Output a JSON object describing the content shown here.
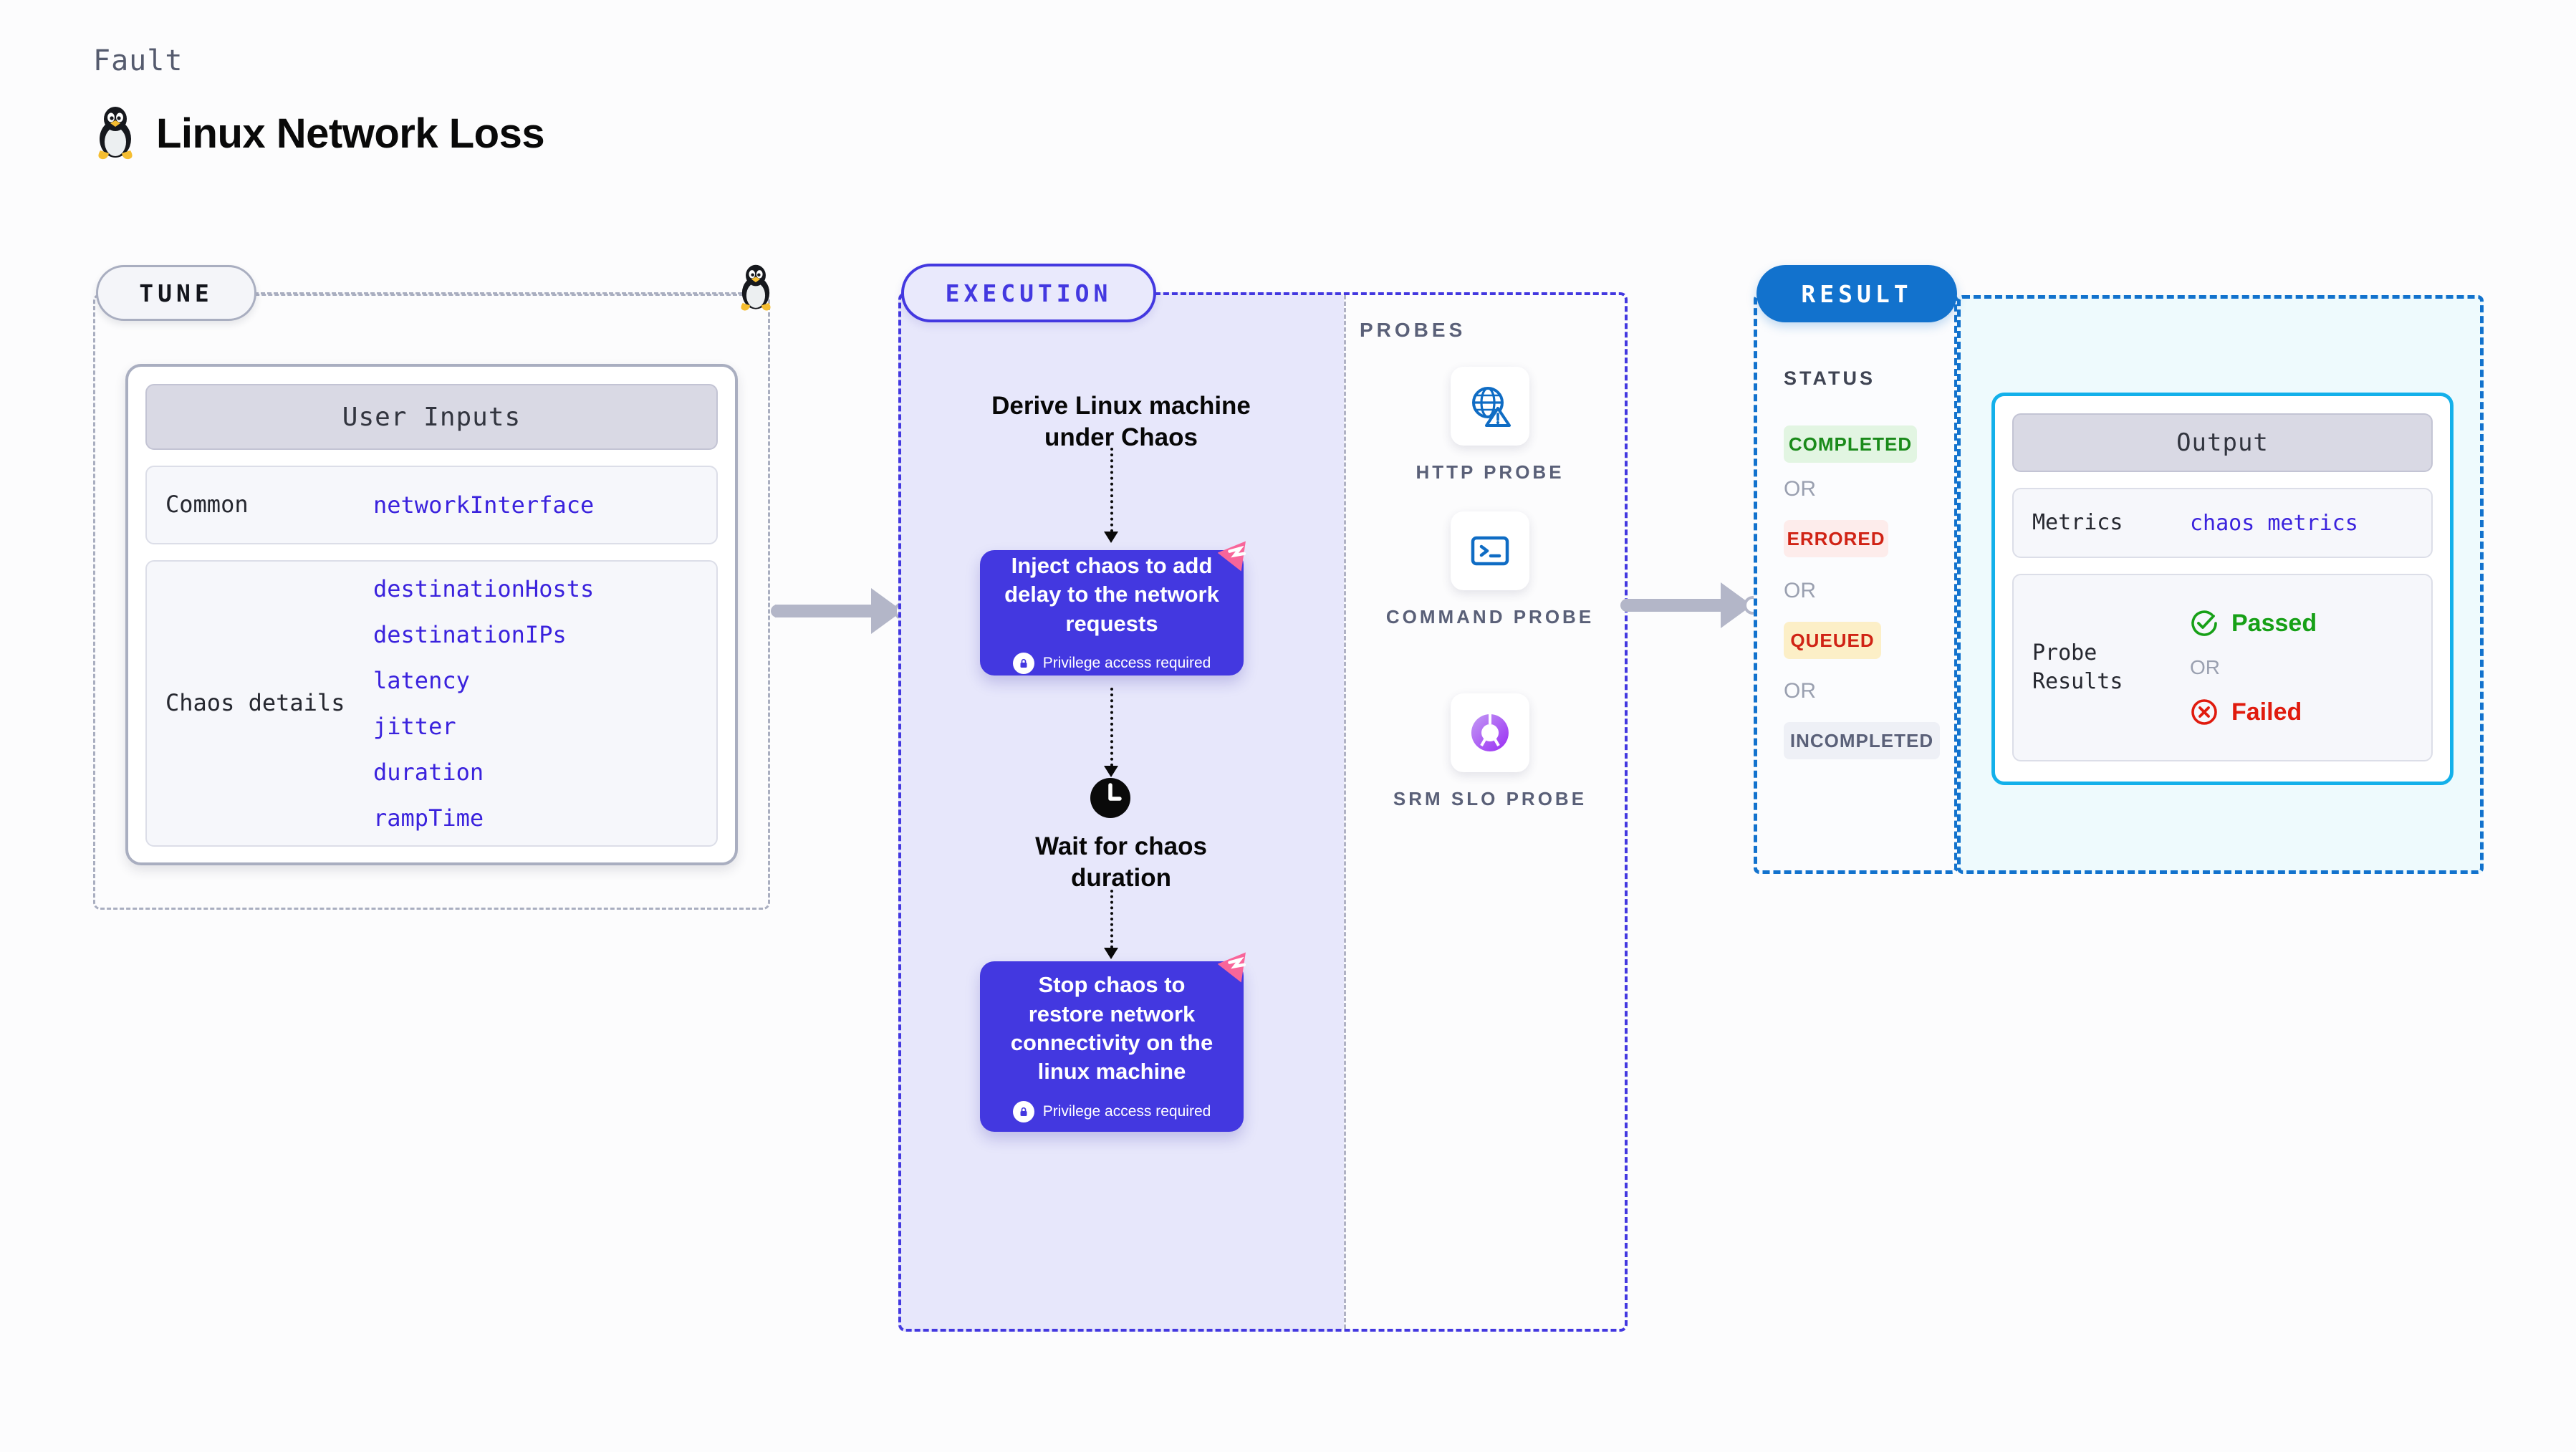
{
  "header": {
    "eyebrow": "Fault",
    "title": "Linux Network Loss",
    "icon": "tux-penguin-icon"
  },
  "tune": {
    "badge": "TUNE",
    "card_title": "User Inputs",
    "rows": [
      {
        "label": "Common",
        "values": [
          "networkInterface"
        ]
      },
      {
        "label": "Chaos details",
        "values": [
          "destinationHosts",
          "destinationIPs",
          "latency",
          "jitter",
          "duration",
          "rampTime"
        ]
      }
    ]
  },
  "execution": {
    "badge": "EXECUTION",
    "steps": [
      {
        "type": "title",
        "text": "Derive Linux machine under Chaos"
      },
      {
        "type": "card",
        "text": "Inject chaos to add delay to the network requests",
        "note": "Privilege access required"
      },
      {
        "type": "title",
        "text": "Wait for chaos duration",
        "icon": "clock-icon"
      },
      {
        "type": "card",
        "text": "Stop chaos to restore network connectivity on the linux machine",
        "note": "Privilege access required"
      }
    ]
  },
  "probes": {
    "label": "PROBES",
    "items": [
      {
        "label": "HTTP PROBE",
        "icon": "globe-warning-icon"
      },
      {
        "label": "COMMAND PROBE",
        "icon": "terminal-icon"
      },
      {
        "label": "SRM SLO PROBE",
        "icon": "slo-donut-check-icon"
      }
    ]
  },
  "result": {
    "badge": "RESULT",
    "status_label": "STATUS",
    "or_label": "OR",
    "statuses": [
      {
        "label": "COMPLETED",
        "bg": "#e2f5e2",
        "fg": "#1a8a1a"
      },
      {
        "label": "ERRORED",
        "bg": "#fdeceb",
        "fg": "#d02315"
      },
      {
        "label": "QUEUED",
        "bg": "#fcefc7",
        "fg": "#d02315"
      },
      {
        "label": "INCOMPLETED",
        "bg": "#eef0f6",
        "fg": "#5a6078"
      }
    ],
    "output": {
      "card_title": "Output",
      "metrics_label": "Metrics",
      "metrics_value": "chaos metrics",
      "probe_results_label": "Probe Results",
      "passed_label": "Passed",
      "failed_label": "Failed",
      "or_label": "OR"
    }
  },
  "colors": {
    "execution_accent": "#4338e0",
    "result_accent": "#1272cd",
    "output_accent": "#13b0ea",
    "value_text": "#3a22dd",
    "chaos_mark": "#f8659a"
  }
}
